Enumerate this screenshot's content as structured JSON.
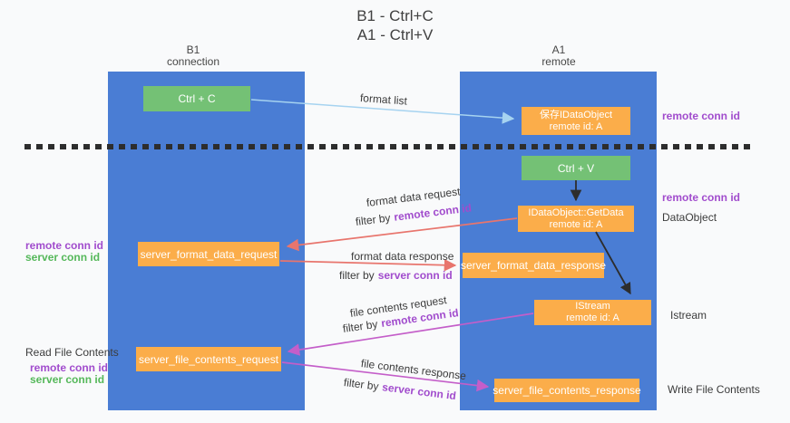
{
  "title": {
    "line1": "B1 - Ctrl+C",
    "line2": "A1 - Ctrl+V"
  },
  "lanes": {
    "b1": {
      "name": "B1",
      "subtitle": "connection"
    },
    "a1": {
      "name": "A1",
      "subtitle": "remote"
    }
  },
  "boxes": {
    "ctrl_c": {
      "label": "Ctrl + C"
    },
    "save_idataobject": {
      "line1": "保存IDataObject",
      "line2": "remote id: A"
    },
    "ctrl_v": {
      "label": "Ctrl + V"
    },
    "idataobject_getdata": {
      "line1": "IDataObject::GetData",
      "line2": "remote id: A"
    },
    "server_format_data_request": {
      "label": "server_format_data_request"
    },
    "server_format_data_response": {
      "label": "server_format_data_response"
    },
    "istream": {
      "line1": "IStream",
      "line2": "remote id: A"
    },
    "server_file_contents_request": {
      "label": "server_file_contents_request"
    },
    "server_file_contents_response": {
      "label": "server_file_contents_response"
    }
  },
  "arrow_labels": {
    "format_list": "format list",
    "format_data_request": "format data request",
    "format_data_response": "format data response",
    "file_contents_request": "file contents request",
    "file_contents_response": "file contents response",
    "filter_by": "filter by",
    "remote_conn_id": "remote conn id",
    "server_conn_id": "server conn id"
  },
  "side_labels": {
    "right_top_remote_conn_id": "remote conn id",
    "right_mid_remote_conn_id": "remote conn id",
    "dataobject": "DataObject",
    "istream": "Istream",
    "write_file_contents": "Write File Contents",
    "left_remote_conn_id": "remote conn id",
    "left_server_conn_id": "server conn id",
    "read_file_contents": "Read File Contents",
    "bottom_remote_conn_id": "remote conn id",
    "bottom_server_conn_id": "server conn id"
  },
  "colors": {
    "lane_blue": "#4a7dd4",
    "box_orange": "#fbad4a",
    "box_green": "#74c175",
    "dashed_line": "#2d2d2d",
    "arrow_black": "#2d2d2d",
    "arrow_light_blue": "#a6d3f0",
    "arrow_salmon": "#e8756d",
    "arrow_magenta": "#c45ec9",
    "text_purple": "#a14ccd",
    "text_green": "#55b85a",
    "text_dark": "#3c3c3c"
  }
}
